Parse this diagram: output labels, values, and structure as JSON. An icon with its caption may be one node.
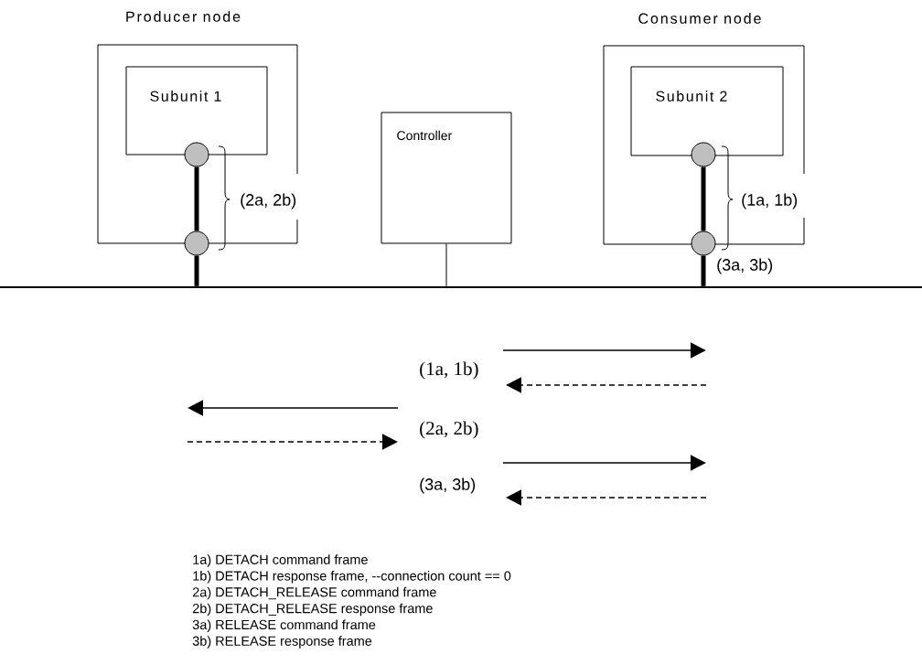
{
  "diagram": {
    "nodes": [
      {
        "text": [
          "Producer node"
        ]
      },
      {
        "text": [
          "Subunit 1"
        ],
        "in": 0
      },
      {
        "text": [
          "Controller"
        ]
      },
      {
        "text": [
          "Consumer node"
        ]
      },
      {
        "text": [
          "Subunit 2"
        ],
        "in": 3
      },
      {
        "text": [],
        "shape": "circle",
        "in": 0
      },
      {
        "text": [],
        "shape": "circle"
      },
      {
        "text": [],
        "shape": "circle",
        "in": 3
      },
      {
        "text": [],
        "shape": "circle"
      },
      {
        "text": [],
        "shape": "bar"
      }
    ],
    "edges": [
      {
        "from": 5,
        "to": 6,
        "arrow": "none"
      },
      {
        "from": 6,
        "to": 9,
        "arrow": "none"
      },
      {
        "from": 2,
        "to": 9,
        "arrow": "none"
      },
      {
        "from": 7,
        "to": 8,
        "arrow": "none"
      },
      {
        "from": 8,
        "to": 9,
        "arrow": "none"
      }
    ],
    "labels": [
      "(2a, 2b)",
      "(1a, 1b)",
      "(3a, 3b)",
      "(1a, 1b)",
      "(2a, 2b)",
      "(3a, 3b)",
      "1a) DETACH command frame",
      "1b) DETACH response frame, --connection count == 0",
      "2a) DETACH_RELEASE command frame",
      "2b) DETACH_RELEASE response frame",
      "3a) RELEASE command frame",
      "3b) RELEASE response frame"
    ]
  }
}
